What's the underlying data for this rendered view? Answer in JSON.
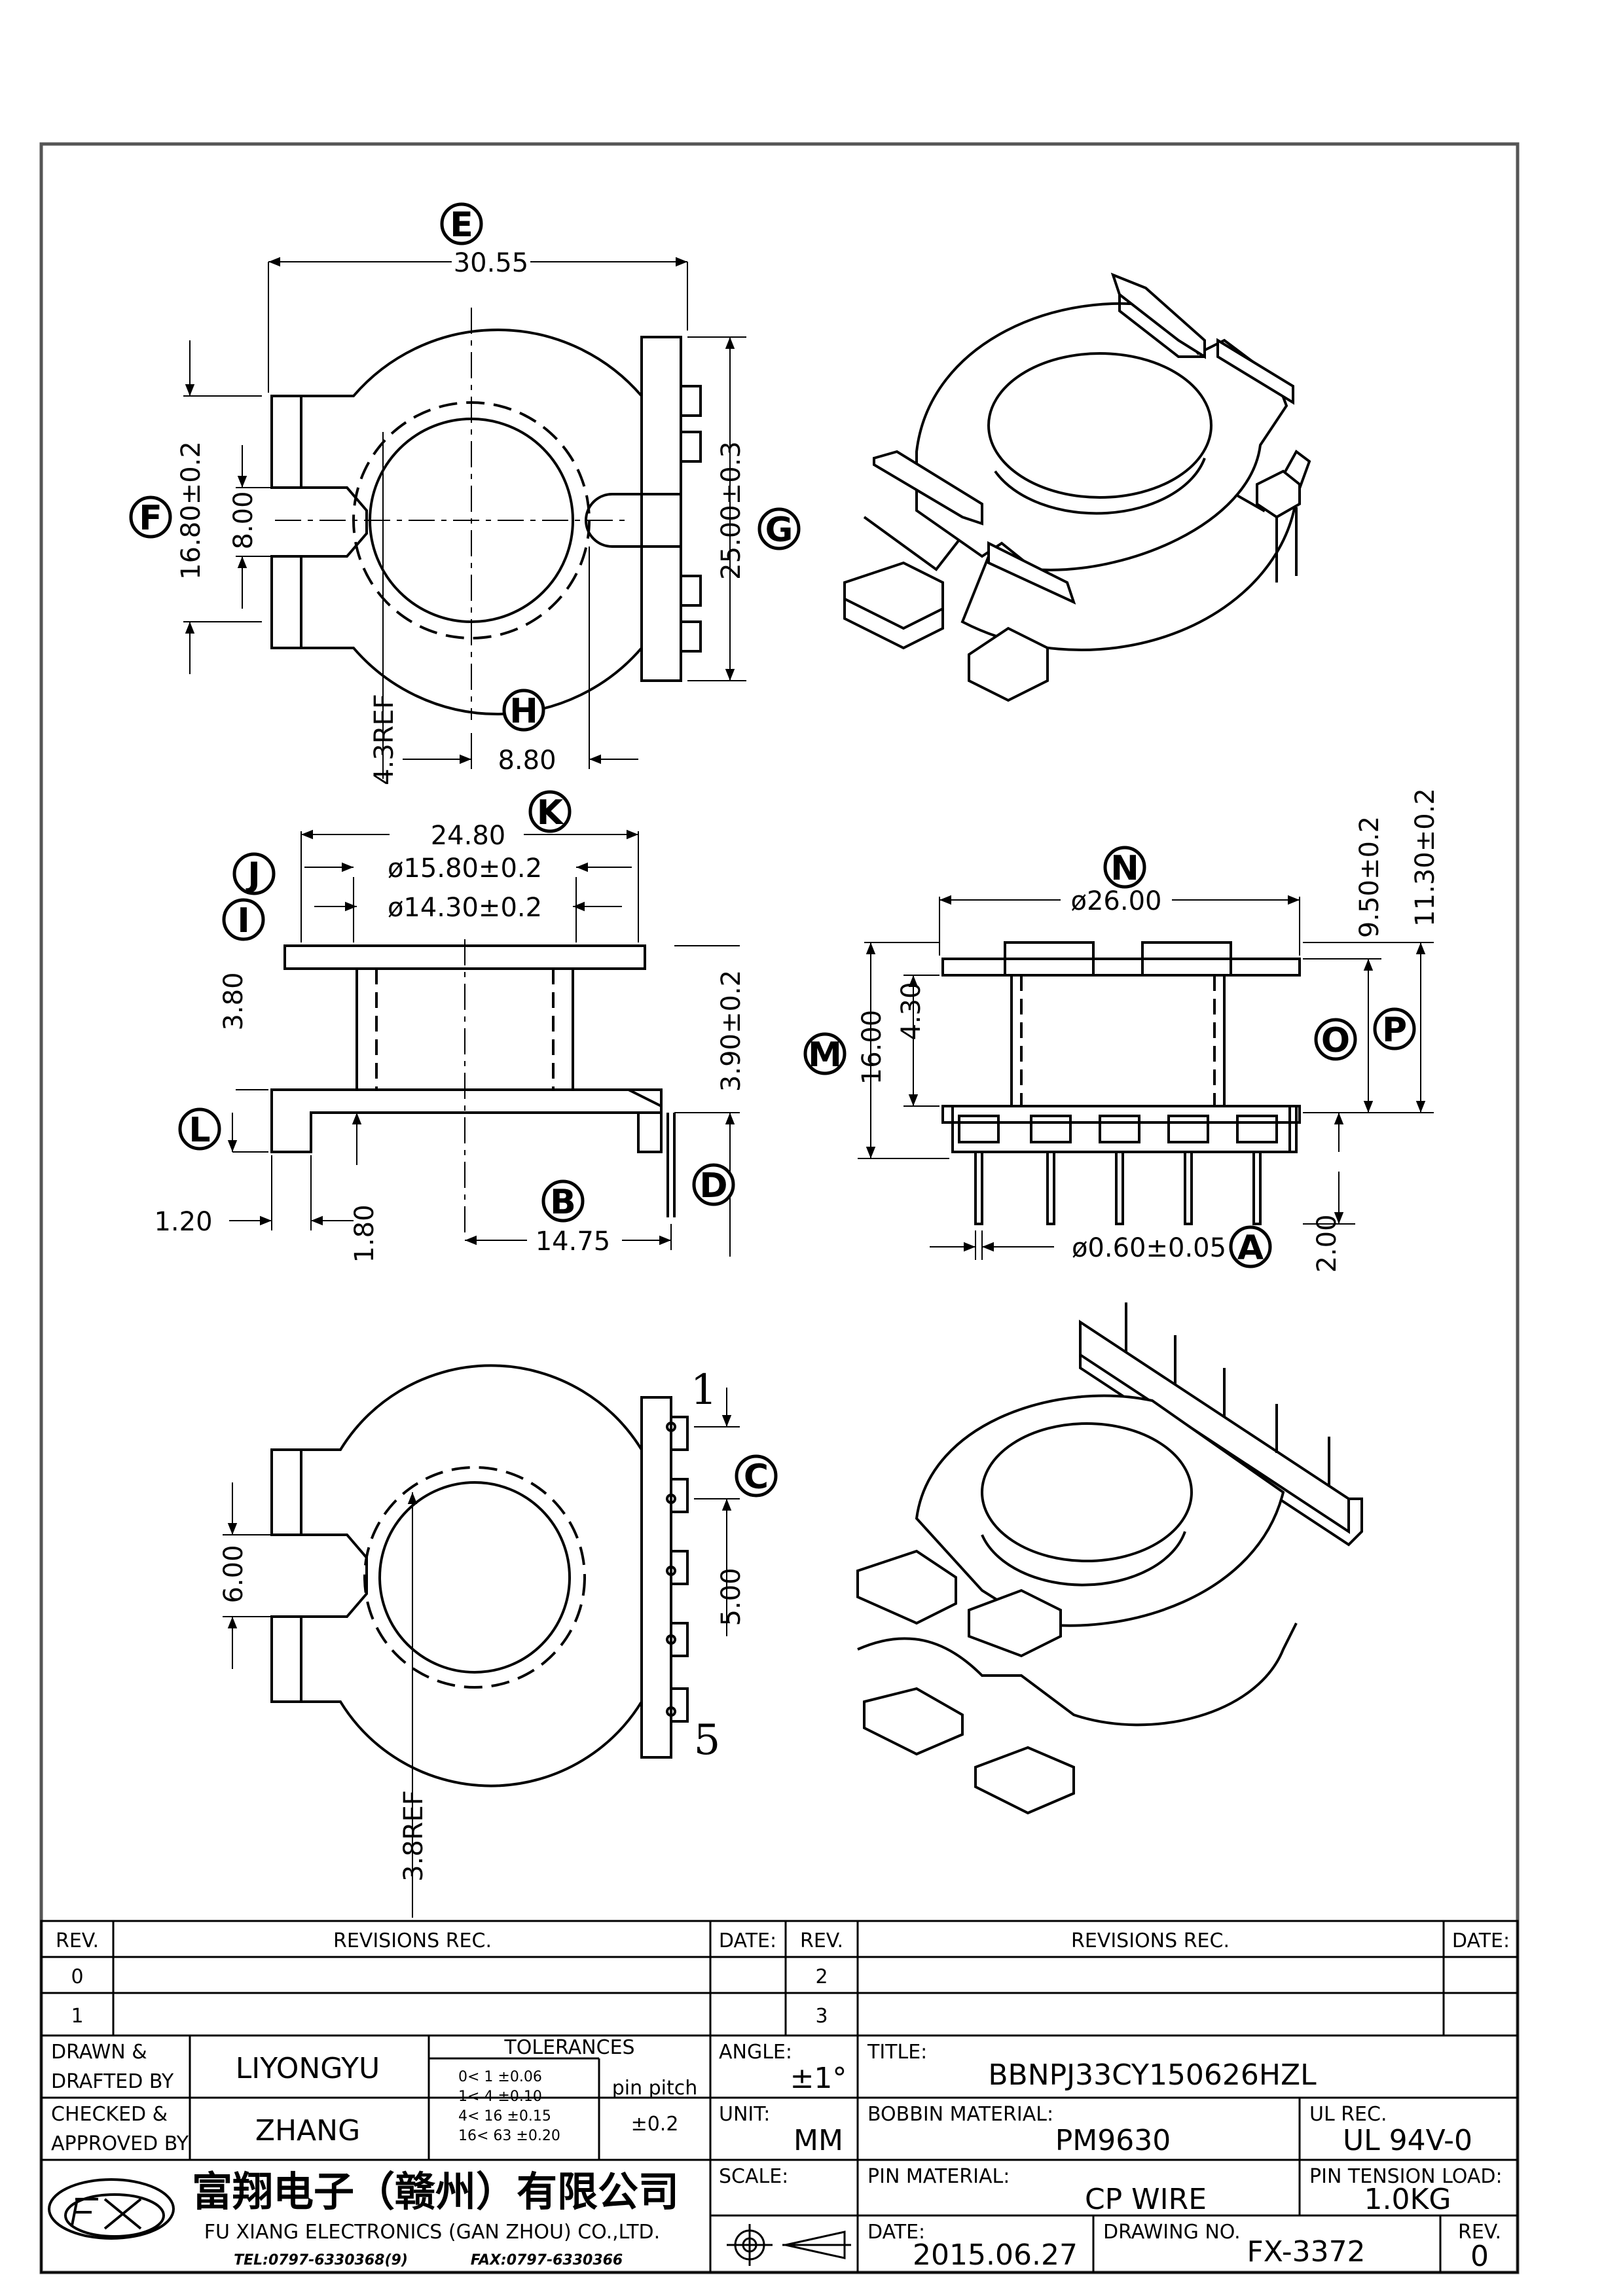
{
  "dimensions": {
    "top_width": "30.55",
    "top_height_f": "16.80±0.2",
    "top_slot": "8.00",
    "top_pin_height": "25.00±0.3",
    "top_ref": "4.3REF",
    "top_offset": "8.80",
    "side_width": "24.80",
    "side_outer_dia": "ø15.80±0.2",
    "side_inner_dia": "ø14.30±0.2",
    "side_height_left": "3.80",
    "side_height_right": "3.90±0.2",
    "side_flange": "1.20",
    "side_flange2": "1.80",
    "side_length": "14.75",
    "front_dia": "ø26.00",
    "front_h1": "9.50±0.2",
    "front_h2": "11.30±0.2",
    "front_total": "16.00",
    "front_mid": "4.30",
    "front_pin_dia": "ø0.60±0.05",
    "front_pin_len": "2.00",
    "bottom_slot": "6.00",
    "bottom_pitch": "5.00",
    "bottom_ref": "3.8REF",
    "pin_first": "1",
    "pin_last": "5"
  },
  "callouts": {
    "a": "A",
    "b": "B",
    "c": "C",
    "d": "D",
    "e": "E",
    "f": "F",
    "g": "G",
    "h": "H",
    "i": "I",
    "j": "J",
    "k": "K",
    "l": "L",
    "m": "M",
    "n": "N",
    "o": "O",
    "p": "P"
  },
  "title_block": {
    "rev_header": "REV.",
    "revisions_header": "REVISIONS   REC.",
    "date_header": "DATE:",
    "rev_rows_left": [
      "0",
      "1"
    ],
    "rev_rows_right": [
      "2",
      "3"
    ],
    "drawn_label_1": "DRAWN &",
    "drawn_label_2": "DRAFTED BY",
    "drawn_by": "LIYONGYU",
    "checked_label_1": "CHECKED &",
    "checked_label_2": "APPROVED BY",
    "checked_by": "ZHANG",
    "tolerances_label": "TOLERANCES",
    "tolerance_rows": [
      "0<   1   ±0.06",
      "1<   4   ±0.10",
      "4<  16  ±0.15",
      "16<  63  ±0.20"
    ],
    "pin_pitch_label": "pin pitch",
    "pin_pitch_value": "±0.2",
    "angle_label": "ANGLE:",
    "angle_value": "±1°",
    "unit_label": "UNIT:",
    "unit_value": "MM",
    "scale_label": "SCALE:",
    "title_label": "TITLE:",
    "title_value": "BBNPJ33CY150626HZL",
    "bobbin_material_label": "BOBBIN MATERIAL:",
    "bobbin_material_value": "PM9630",
    "ul_rec_label": "UL REC.",
    "ul_rec_value": "UL 94V-0",
    "pin_material_label": "PIN MATERIAL:",
    "pin_material_value": "CP WIRE",
    "pin_tension_label": "PIN TENSION LOAD:",
    "pin_tension_value": "1.0KG",
    "date_label": "DATE:",
    "date_value": "2015.06.27",
    "drawing_no_label": "DRAWING NO.",
    "drawing_no_value": "FX-3372",
    "rev_label": "REV.",
    "rev_value": "0",
    "company_cn": "富翔电子（赣州）有限公司",
    "company_en": "FU XIANG ELECTRONICS (GAN ZHOU) CO.,LTD.",
    "tel": "TEL:0797-6330368(9)",
    "fax": "FAX:0797-6330366"
  }
}
